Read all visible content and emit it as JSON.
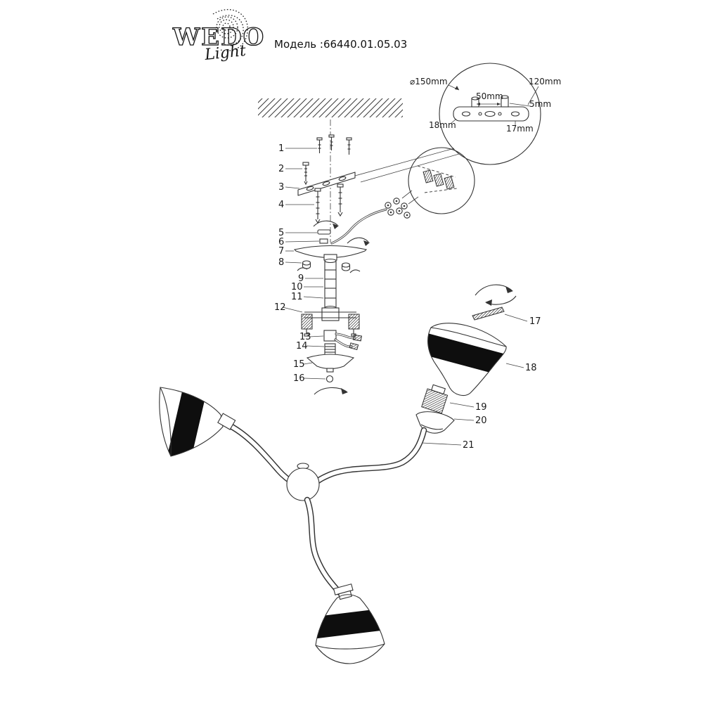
{
  "header": {
    "brand": "WEDO",
    "brand_script": "Light",
    "model_label": "Модель :66440.01.05.03"
  },
  "detail_dimensions": {
    "diameter": "⌀150mm",
    "overall_width": "120mm",
    "hole_spacing": "50mm",
    "post_width": "5mm",
    "left_offset": "18mm",
    "right_offset": "17mm"
  },
  "part_numbers": [
    "1",
    "2",
    "3",
    "4",
    "5",
    "6",
    "7",
    "8",
    "9",
    "10",
    "11",
    "12",
    "13",
    "14",
    "15",
    "16",
    "17",
    "18",
    "19",
    "20",
    "21"
  ]
}
